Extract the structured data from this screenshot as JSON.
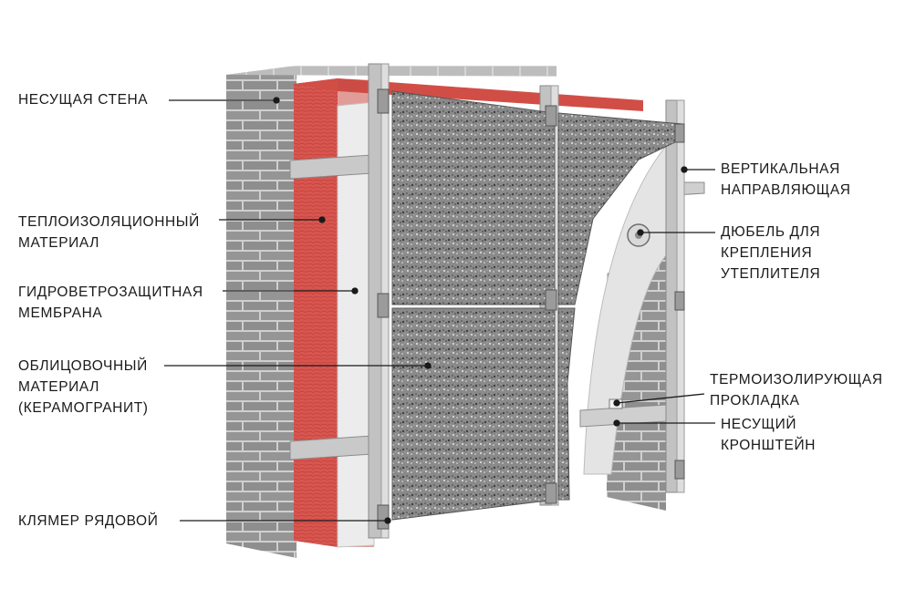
{
  "colors": {
    "brick": "#8f8f8f",
    "brick_mortar": "#c9c9c9",
    "insulation": "#d8564f",
    "membrane": "#e9e9e9",
    "rail": "#bfbfbf",
    "granite": "#7d7d7d",
    "leader": "#1a1a1a",
    "text": "#1a1a1a"
  },
  "labels": {
    "wall": [
      "НЕСУЩАЯ СТЕНА"
    ],
    "insulation": [
      "ТЕПЛОИЗОЛЯЦИОННЫЙ",
      "МАТЕРИАЛ"
    ],
    "membrane": [
      "ГИДРОВЕТРОЗАЩИТНАЯ",
      "МЕМБРАНА"
    ],
    "cladding": [
      "ОБЛИЦОВОЧНЫЙ",
      "МАТЕРИАЛ",
      "(КЕРАМОГРАНИТ)"
    ],
    "clamp": [
      "КЛЯМЕР РЯДОВОЙ"
    ],
    "vertical_rail": [
      "ВЕРТИКАЛЬНАЯ",
      "НАПРАВЛЯЮЩАЯ"
    ],
    "dowel": [
      "ДЮБЕЛЬ ДЛЯ",
      "КРЕПЛЕНИЯ",
      "УТЕПЛИТЕЛЯ"
    ],
    "thermal_pad": [
      "ТЕРМОИЗОЛИРУЮЩАЯ",
      "ПРОКЛАДКА"
    ],
    "bracket": [
      "НЕСУЩИЙ",
      "КРОНШТЕЙН"
    ]
  }
}
